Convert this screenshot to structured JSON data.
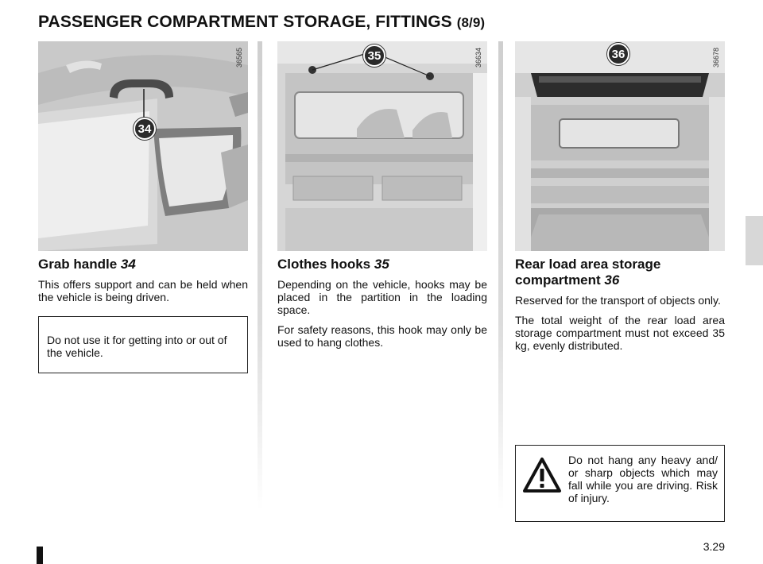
{
  "header": {
    "title": "PASSENGER COMPARTMENT STORAGE, FITTINGS",
    "page_indicator": "(8/9)"
  },
  "columns": [
    {
      "image_code": "36565",
      "callout": "34",
      "heading": "Grab handle",
      "heading_ref": "34",
      "paragraphs": [
        "This offers support and can be held when the vehicle is being driven."
      ],
      "note": "Do not use it for getting into or out of the vehicle."
    },
    {
      "image_code": "36634",
      "callout": "35",
      "heading": "Clothes hooks",
      "heading_ref": "35",
      "paragraphs": [
        "Depending on the vehicle, hooks may be placed in the partition in the loading space.",
        "For safety reasons, this hook may only be used to hang clothes."
      ]
    },
    {
      "image_code": "36678",
      "callout": "36",
      "heading": "Rear load area storage compartment",
      "heading_ref": "36",
      "paragraphs": [
        "Reserved for the transport of objects only.",
        "The total weight of the rear load area storage compartment must not exceed 35 kg, evenly distributed."
      ],
      "warning": "Do not hang any heavy and/ or sharp objects which may fall while you are driving. Risk of injury."
    }
  ],
  "footer": {
    "page_number": "3.29"
  },
  "icons": {
    "warning": "warning-triangle-icon"
  }
}
